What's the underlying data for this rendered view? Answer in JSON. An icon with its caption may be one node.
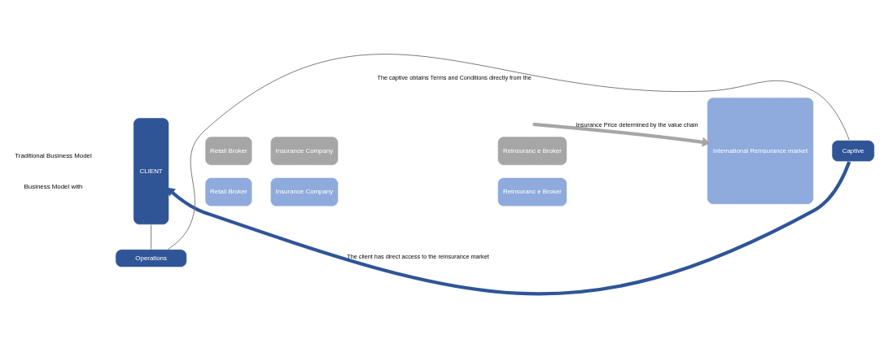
{
  "diagram": {
    "nodes": [
      {
        "text": [
          "CLIENT"
        ]
      },
      {
        "text": [
          "Retail Broker"
        ]
      },
      {
        "text": [
          "Insurance Company"
        ]
      },
      {
        "text": [
          "Reinsuranc e Broker"
        ]
      },
      {
        "text": [
          "International Reinsurance market"
        ]
      },
      {
        "text": [
          "Captive"
        ]
      },
      {
        "text": [
          "Retail Broker"
        ]
      },
      {
        "text": [
          "Insurance Company"
        ]
      },
      {
        "text": [
          "Reinsuranc e Broker"
        ]
      },
      {
        "text": [
          "Operations"
        ]
      }
    ],
    "edges": [
      {
        "from": null,
        "to": 4,
        "arrow": "to",
        "label": "Insurance Price determined by the value chain",
        "style": "thick",
        "color": "#a6a6a6"
      },
      {
        "from": 5,
        "to": 0,
        "arrow": "to",
        "label": "The client has direct access to the reinsurance market",
        "style": "thick",
        "color": "#2f5597"
      },
      {
        "from": 0,
        "to": 9,
        "arrow": "none"
      },
      {
        "from": 9,
        "to": 5,
        "arrow": "none",
        "label": "The captive obtains Terms and Conditions directly from the"
      }
    ],
    "labels": [
      "Traditional Business Model",
      "Business Model with"
    ]
  }
}
